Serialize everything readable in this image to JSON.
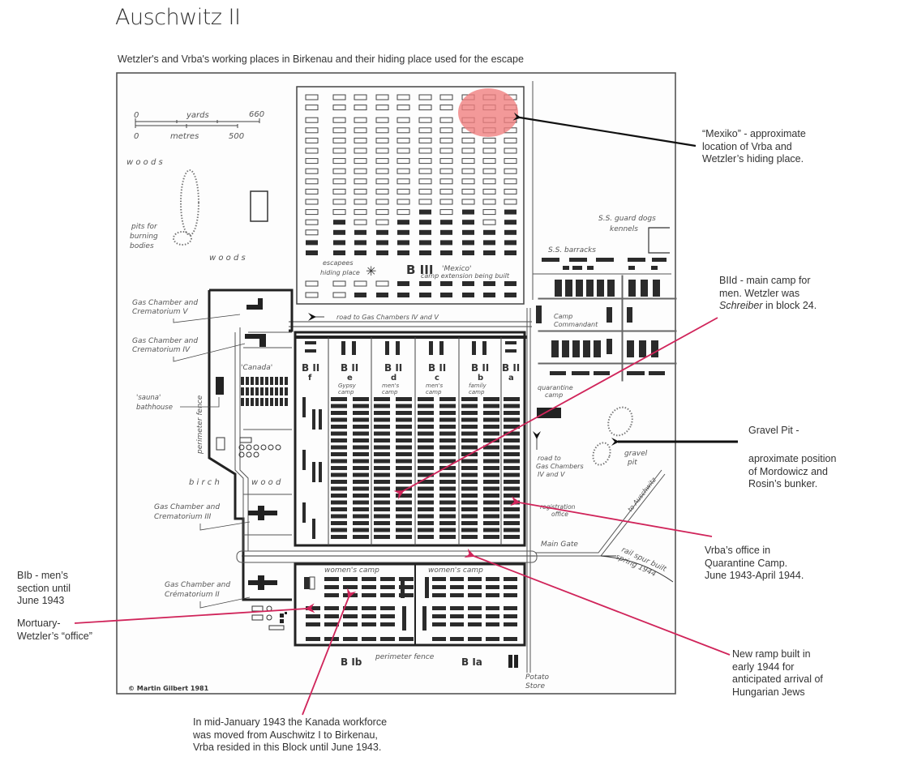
{
  "page": {
    "title": "Auschwitz II",
    "subtitle": "Wetzler's and Vrba's working places in Birkenau and their hiding place used for the escape"
  },
  "colors": {
    "annotation_red": "#d0245a",
    "highlight_circle": "#f08080",
    "arrow_black": "#111111",
    "map_ink": "#333333"
  },
  "annotations": {
    "mexiko": {
      "lines": [
        "“Mexiko” - approximate",
        "location  of Vrba and",
        "Wetzler’s hiding place."
      ]
    },
    "bIId": {
      "line1": "BIId - main camp for",
      "line2": "men.  Wetzler was",
      "line3_italic": "Schreiber",
      "line3_rest": " in block 24."
    },
    "gravel_pit": {
      "title": "Gravel Pit -",
      "lines": [
        "aproximate position",
        "of Mordowicz and",
        "Rosin’s bunker."
      ]
    },
    "vrba_office": {
      "lines": [
        "Vrba’s office in",
        "Quarantine Camp.",
        "June 1943-April 1944."
      ]
    },
    "ramp": {
      "lines": [
        "New ramp built in",
        "early 1944 for",
        "anticipated arrival of",
        "Hungarian Jews"
      ]
    },
    "bIb": {
      "lines": [
        "BIb - men’s",
        "section until",
        "June 1943"
      ]
    },
    "mortuary": {
      "lines": [
        "Mortuary-",
        "Wetzler’s “office”"
      ]
    },
    "kanada": {
      "lines": [
        "In mid-January 1943 the Kanada workforce",
        "was moved from Auschwitz I to Birkenau,",
        "Vrba resided in this Block until June 1943."
      ]
    }
  },
  "map": {
    "scale": {
      "yards_zero": "0",
      "yards_label": "yards",
      "yards_max": "660",
      "metres_zero": "0",
      "metres_label": "metres",
      "metres_max": "500"
    },
    "labels": {
      "woods_top": "w o o d s",
      "woods_bottom": "w o o d s",
      "pits": [
        "pits for",
        "burning",
        "bodies"
      ],
      "escapees": [
        "escapees",
        "hiding place"
      ],
      "biii": "B III",
      "mexico": "'Mexico'",
      "extension": "camp extension being built",
      "road_gas": "road to Gas Chambers  IV and V",
      "ss_dogs": [
        "S.S. guard dogs",
        "kennels"
      ],
      "ss_barracks": "S.S. barracks",
      "commandant": [
        "Camp",
        "Commandant"
      ],
      "gc5": [
        "Gas Chamber and",
        "Crematorium V"
      ],
      "gc4": [
        "Gas Chamber and",
        "Crematorium IV"
      ],
      "gc3": [
        "Gas Chamber and",
        "Crematorium III"
      ],
      "gc2": [
        "Gas Chamber and",
        "Crématorium II"
      ],
      "canada": "'Canada'",
      "sauna": [
        "'sauna'",
        "bathhouse"
      ],
      "fence": "perimeter      fence",
      "birch": "b i r c h",
      "wood": "w o o d",
      "quarantine": [
        "quarantine",
        "camp"
      ],
      "road_right": [
        "road to",
        "Gas Chambers",
        "IV and V"
      ],
      "gravel": [
        "gravel",
        "pit"
      ],
      "to_auschwitz": "to Auschwitz",
      "registration": [
        "registration",
        "office"
      ],
      "main_gate": "Main Gate",
      "rail_spur": [
        "rail spur built",
        "spring 1944"
      ],
      "womens_camp_left": "women's camp",
      "womens_camp_right": "women's camp",
      "perimeter_fence": "perimeter  fence",
      "bib": "B Ib",
      "bia": "B Ia",
      "potato": [
        "Potato",
        "Store"
      ],
      "copyright": "© Martin Gilbert  1981"
    },
    "sections": [
      {
        "name": "B II",
        "letter": "f",
        "desc": []
      },
      {
        "name": "B II",
        "letter": "e",
        "desc": [
          "Gypsy",
          "camp"
        ]
      },
      {
        "name": "B II",
        "letter": "d",
        "desc": [
          "men's",
          "camp"
        ]
      },
      {
        "name": "B II",
        "letter": "c",
        "desc": [
          "men's",
          "camp"
        ]
      },
      {
        "name": "B II",
        "letter": "b",
        "desc": [
          "family",
          "camp"
        ]
      },
      {
        "name": "B II",
        "letter": "a",
        "desc": []
      }
    ]
  }
}
